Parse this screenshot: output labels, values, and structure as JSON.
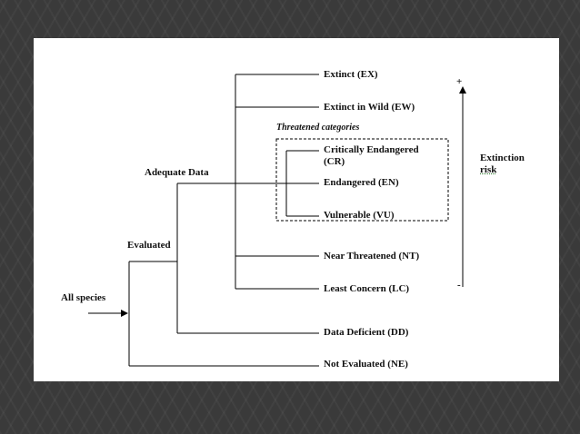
{
  "diagram": {
    "root": "All species",
    "evaluated": "Evaluated",
    "adequate_data": "Adequate Data",
    "threatened_group": "Threatened categories",
    "categories": {
      "ex": "Extinct (EX)",
      "ew": "Extinct in Wild (EW)",
      "cr": "Critically Endangered (CR)",
      "en": "Endangered (EN)",
      "vu": "Vulnerable (VU)",
      "nt": "Near Threatened (NT)",
      "lc": "Least Concern (LC)",
      "dd": "Data Deficient (DD)",
      "ne": "Not Evaluated (NE)"
    },
    "risk_axis": {
      "label_line1": "Extinction",
      "label_line2": "risk",
      "plus": "+",
      "minus": "-"
    }
  }
}
